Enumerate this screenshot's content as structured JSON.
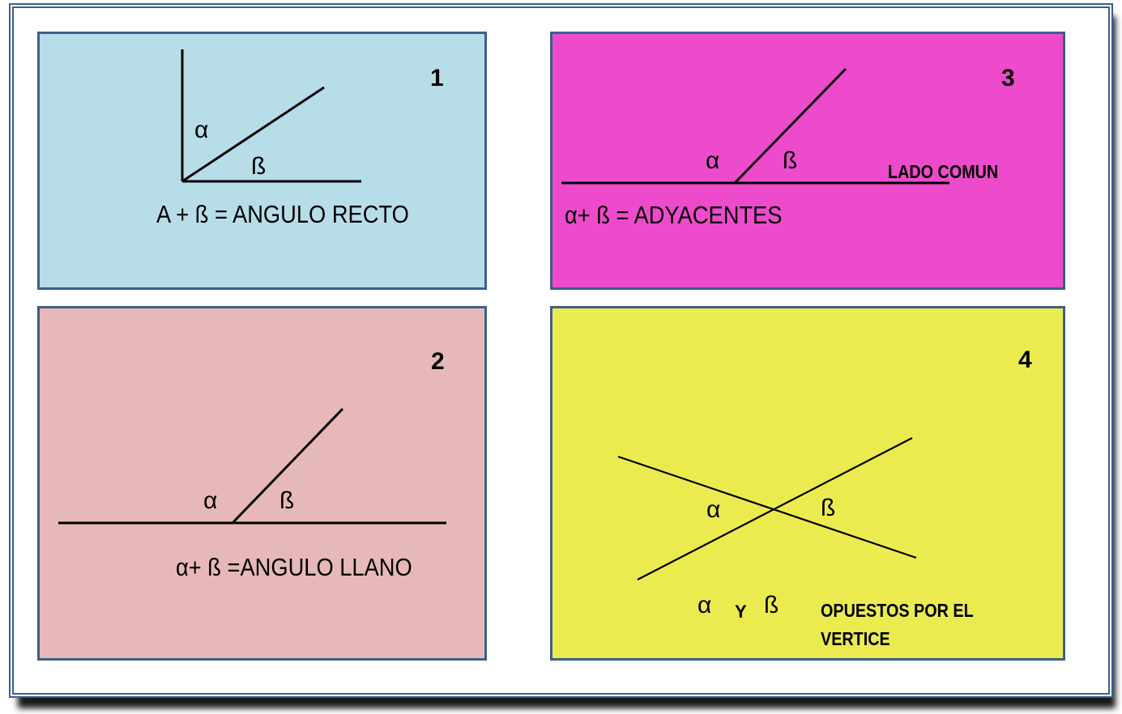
{
  "colors": {
    "frame_border": "#3c5f8c",
    "panel_1_bg": "#b7dde8",
    "panel_2_bg": "#e6b9b8",
    "panel_3_bg": "#ee4bcc",
    "panel_4_bg": "#ebeb50",
    "line": "#000000"
  },
  "panels": [
    {
      "number": "1",
      "alpha": "α",
      "beta": "ß",
      "equation": "A + ß = ANGULO RECTO"
    },
    {
      "number": "2",
      "alpha": "α",
      "beta": "ß",
      "equation": "α+ ß =ANGULO LLANO"
    },
    {
      "number": "3",
      "alpha": "α",
      "beta": "ß",
      "side_label": "LADO COMUN",
      "equation": "α+ ß = ADYACENTES"
    },
    {
      "number": "4",
      "alpha": "α",
      "beta": "ß",
      "caption_alpha": "α",
      "caption_and": "Y",
      "caption_beta": "ß",
      "caption_line1": "OPUESTOS POR EL",
      "caption_line2": "VERTICE"
    }
  ]
}
